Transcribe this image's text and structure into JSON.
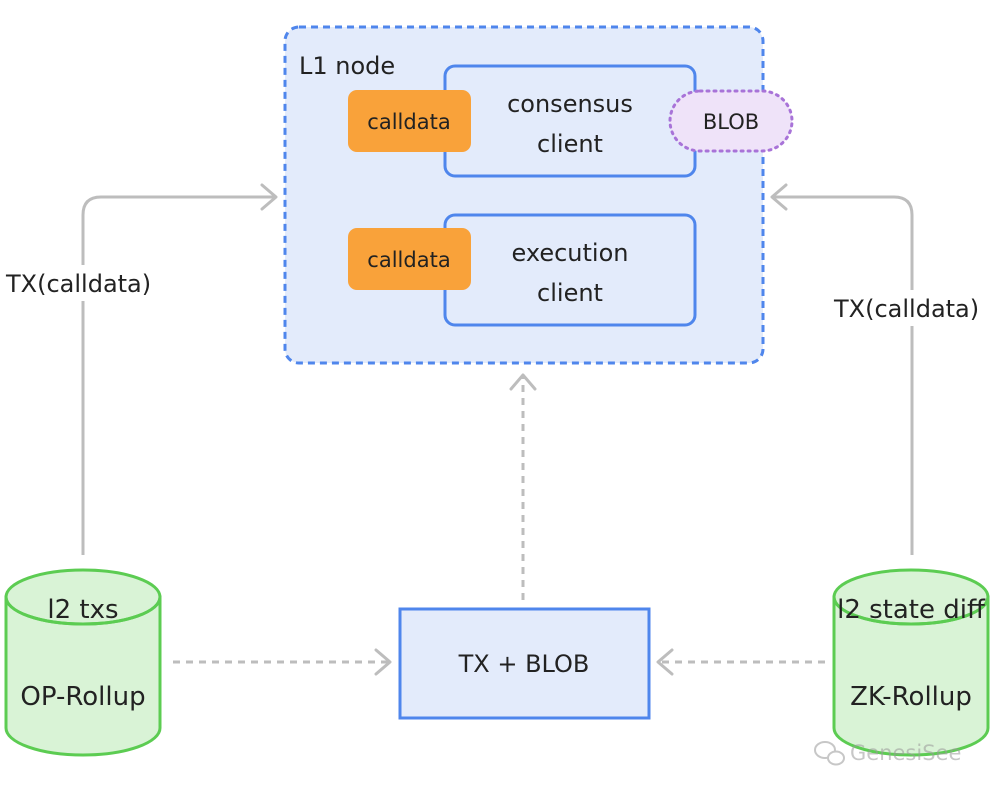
{
  "l1_node": {
    "label": "L1 node"
  },
  "consensus_client": {
    "line1": "consensus",
    "line2": "client",
    "calldata_tag": "calldata",
    "blob_tag": "BLOB"
  },
  "execution_client": {
    "line1": "execution",
    "line2": "client",
    "calldata_tag": "calldata"
  },
  "left_edge": {
    "label": "TX(calldata)"
  },
  "right_edge": {
    "label": "TX(calldata)"
  },
  "op_rollup": {
    "top": "l2 txs",
    "bottom": "OP-Rollup"
  },
  "zk_rollup": {
    "top": "l2 state diff",
    "bottom": "ZK-Rollup"
  },
  "center_box": {
    "label": "TX + BLOB"
  },
  "watermark": {
    "text": "GenesiSee"
  },
  "colors": {
    "blue": "#4f86ec",
    "blue_fill": "#e3ebfb",
    "orange": "#f9a23a",
    "purple": "#a873d8",
    "purple_fill": "#efe3f9",
    "green": "#5ccc52",
    "green_fill": "#d9f3d6",
    "gray": "#bdbdbd"
  }
}
